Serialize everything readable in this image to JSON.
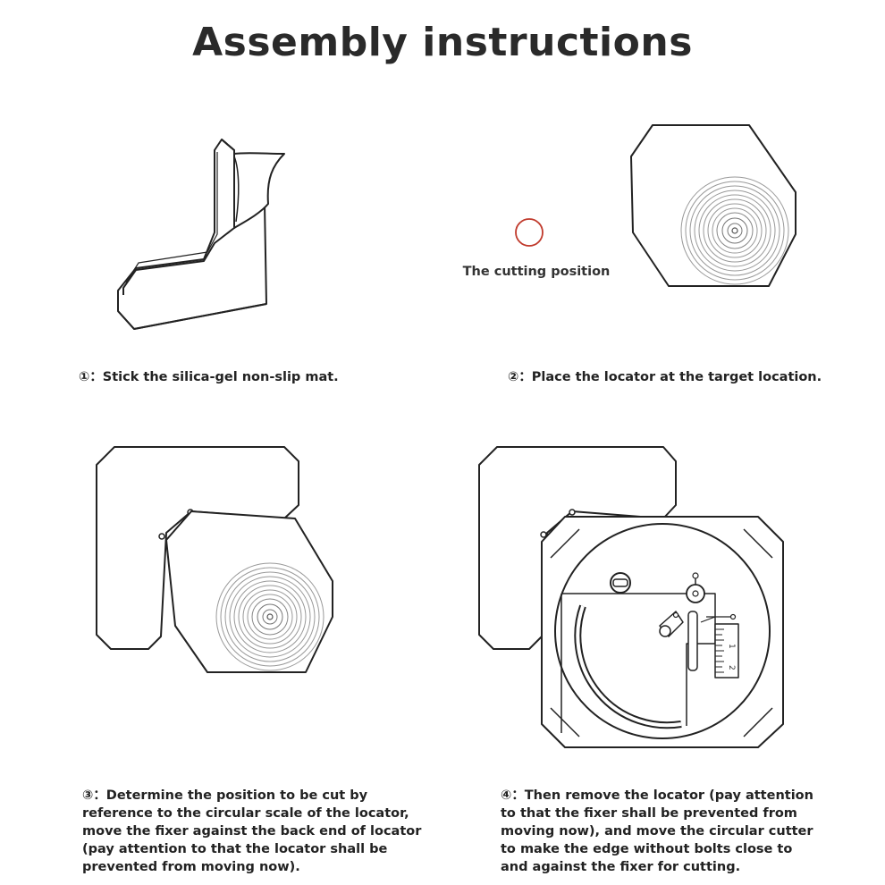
{
  "title": "Assembly instructions",
  "cutting_label": "The cutting position",
  "steps": [
    {
      "text": "①：Stick the silica-gel non-slip mat."
    },
    {
      "text": "②：Place the locator at the target location."
    },
    {
      "text": "③：Determine the position to be cut by reference to the circular scale of the locator, move the fixer against the back end of locator (pay attention to that the locator shall be prevented from moving now)."
    },
    {
      "text": "④：Then remove the locator (pay attention to that the fixer shall be prevented from moving now), and move the circular cutter to make the edge without bolts close to and against the fixer for cutting."
    }
  ],
  "scale_numbers": [
    "1",
    "2"
  ],
  "colors": {
    "line": "#222222",
    "cut_marker": "#c0392b",
    "ring": "#888888"
  },
  "icons": [
    "mat-illustration",
    "cutting-position-marker",
    "locator-illustration",
    "fixer-illustration",
    "circular-cutter-illustration"
  ]
}
